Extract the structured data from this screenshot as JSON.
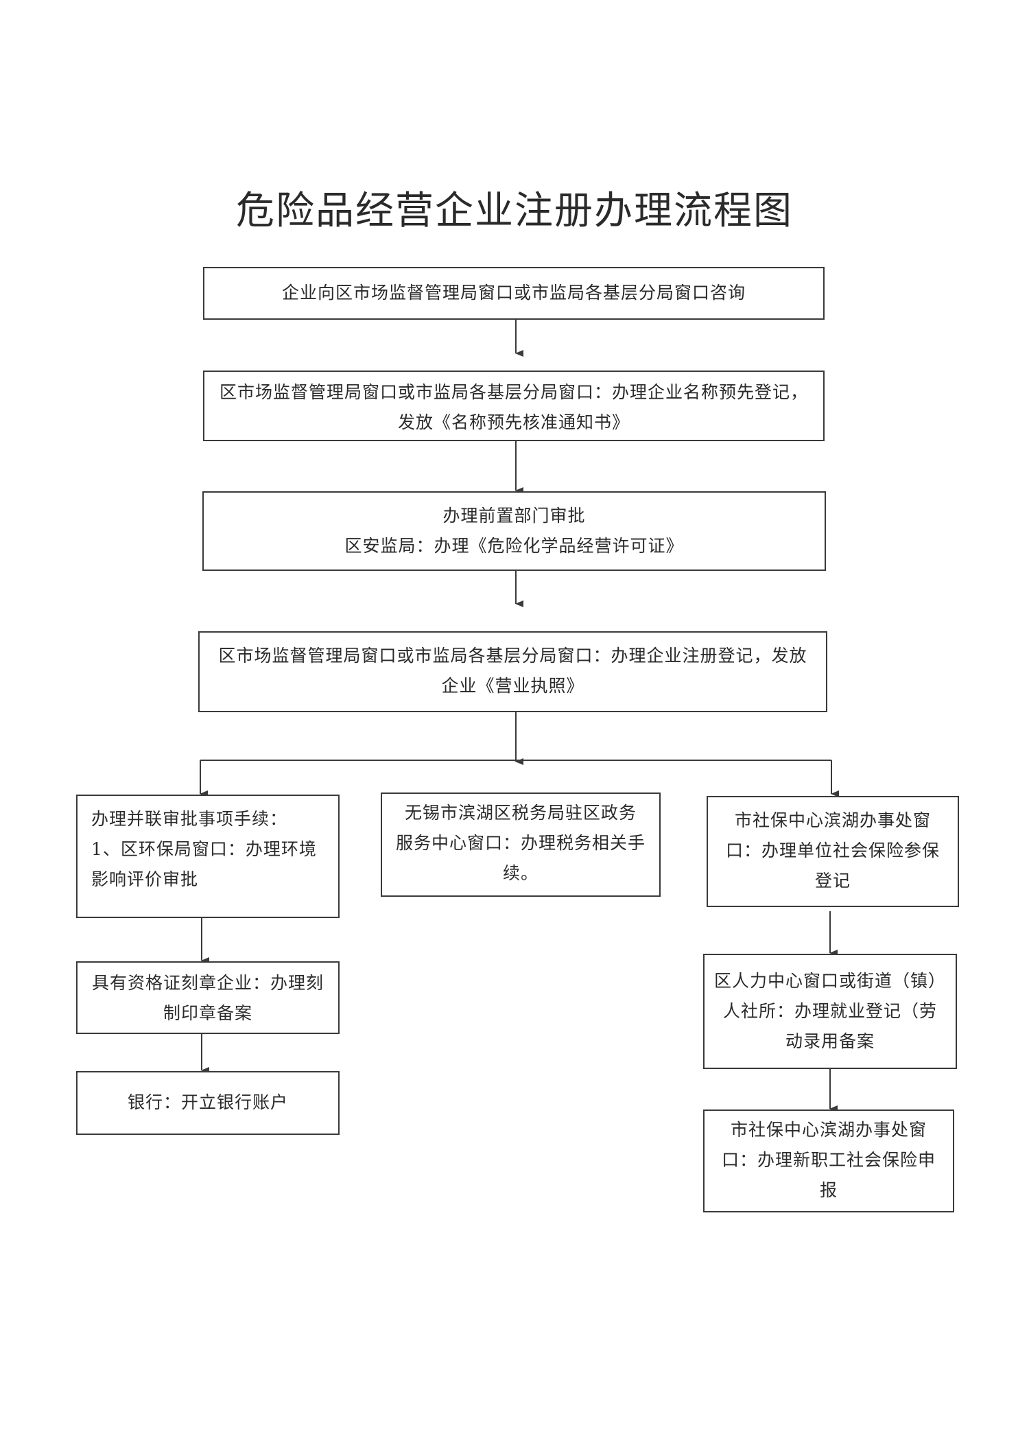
{
  "title": "危险品经营企业注册办理流程图",
  "steps": {
    "consult": {
      "line1": "企业向区市场监督管理局窗口或市监局各基层分局窗口咨询"
    },
    "name_registration": {
      "line1": "区市场监督管理局窗口或市监局各基层分局窗口：办理企业名称预先登记，",
      "line2": "发放《名称预先核准通知书》"
    },
    "pre_approval": {
      "line1": "办理前置部门审批",
      "line2": "区安监局：办理《危险化学品经营许可证》"
    },
    "business_license": {
      "line1": "区市场监督管理局窗口或市监局各基层分局窗口：办理企业注册登记，发放",
      "line2": "企业《营业执照》"
    },
    "parallel_approval": {
      "line1": "办理并联审批事项手续：",
      "line2": "1、区环保局窗口：办理环境",
      "line3": "影响评价审批"
    },
    "seal_filing": {
      "line1": "具有资格证刻章企业：办理刻",
      "line2": "制印章备案"
    },
    "bank_account": {
      "line1": "银行：开立银行账户"
    },
    "tax": {
      "line1": "无锡市滨湖区税务局驻区政务",
      "line2": "服务中心窗口：办理税务相关手",
      "line3": "续。"
    },
    "social_security_unit": {
      "line1": "市社保中心滨湖办事处窗",
      "line2": "口：办理单位社会保险参保",
      "line3": "登记"
    },
    "employment_registration": {
      "line1": "区人力中心窗口或街道（镇）",
      "line2": "人社所：办理就业登记（劳",
      "line3": "动录用备案"
    },
    "new_employee_insurance": {
      "line1": "市社保中心滨湖办事处窗",
      "line2": "口：办理新职工社会保险申",
      "line3": "报"
    }
  }
}
